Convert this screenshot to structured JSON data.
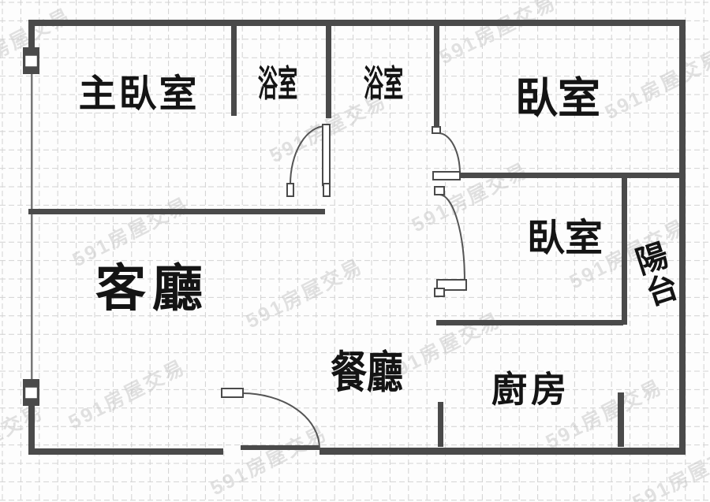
{
  "plan": {
    "rooms": [
      {
        "id": "master-bedroom",
        "label": "主臥室"
      },
      {
        "id": "bathroom-1",
        "label": "浴室"
      },
      {
        "id": "bathroom-2",
        "label": "浴室"
      },
      {
        "id": "bedroom-top-right",
        "label": "臥室"
      },
      {
        "id": "bedroom-mid-right",
        "label": "臥室"
      },
      {
        "id": "balcony",
        "label": "陽台"
      },
      {
        "id": "living-room",
        "label": "客廳"
      },
      {
        "id": "dining-room",
        "label": "餐廳"
      },
      {
        "id": "kitchen",
        "label": "廚房"
      }
    ],
    "watermark_text": "591房屋交易",
    "colors": {
      "wall": "#4a4a4a",
      "door_line": "#555555",
      "grid": "#d2d2d2",
      "label": "#141414",
      "watermark": "#c9c9c9"
    }
  }
}
